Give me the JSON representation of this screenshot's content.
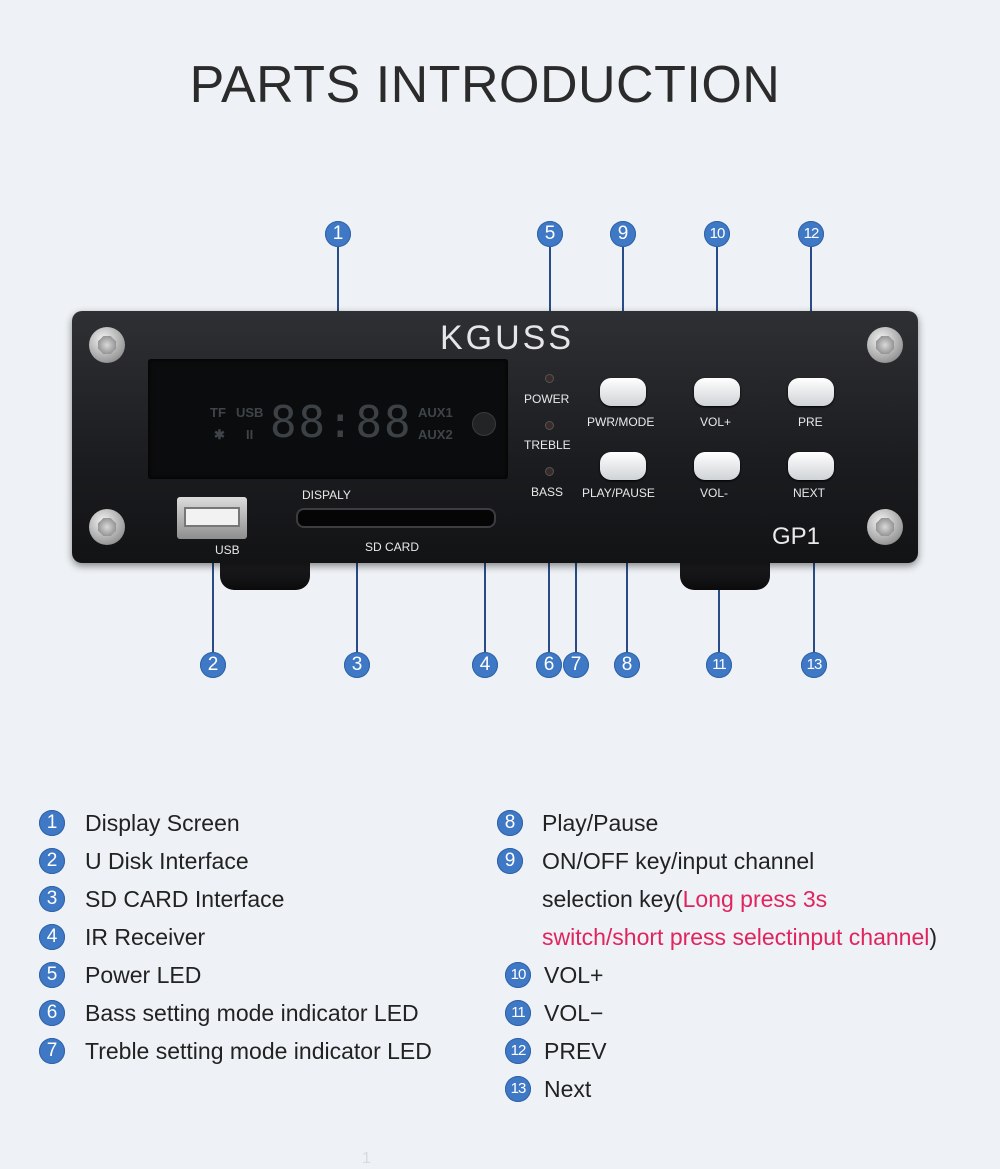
{
  "title": "PARTS INTRODUCTION",
  "device": {
    "brand": "KGUSS",
    "model": "GP1",
    "display_small": {
      "tf": "TF",
      "usb": "USB",
      "aux1": "AUX1",
      "aux2": "AUX2",
      "pause": "II",
      "bt": "✱"
    },
    "display_digits": "88:88",
    "labels": {
      "display": "DISPALY",
      "usb": "USB",
      "sd_card": "SD CARD",
      "power": "POWER",
      "treble": "TREBLE",
      "bass": "BASS",
      "pwr_mode": "PWR/MODE",
      "play_pause": "PLAY/PAUSE",
      "vol_plus": "VOL+",
      "vol_minus": "VOL-",
      "pre": "PRE",
      "next": "NEXT"
    }
  },
  "callouts": {
    "top": [
      "1",
      "5",
      "9",
      "10",
      "12"
    ],
    "bottom": [
      "2",
      "3",
      "4",
      "6",
      "7",
      "8",
      "11",
      "13"
    ]
  },
  "legend_left": [
    {
      "num": "1",
      "text": "Display Screen"
    },
    {
      "num": "2",
      "text": "U Disk Interface"
    },
    {
      "num": "3",
      "text": "SD CARD Interface"
    },
    {
      "num": "4",
      "text": "IR Receiver"
    },
    {
      "num": "5",
      "text": "Power LED"
    },
    {
      "num": "6",
      "text": "Bass setting mode indicator LED"
    },
    {
      "num": "7",
      "text": "Treble setting mode indicator LED"
    }
  ],
  "legend_right": {
    "item8": {
      "num": "8",
      "text": "Play/Pause"
    },
    "item9": {
      "num": "9",
      "line1": "ON/OFF key/input channel",
      "line2_prefix": "selection key(",
      "line2_pink": "Long press 3s",
      "line3_pink": "switch/short press selectinput channel",
      "line3_suffix": ")"
    },
    "item10": {
      "num": "10",
      "text": "VOL+"
    },
    "item11": {
      "num": "11",
      "text": "VOL−"
    },
    "item12": {
      "num": "12",
      "text": "PREV"
    },
    "item13": {
      "num": "13",
      "text": "Next"
    }
  },
  "footer_mark": "1",
  "colors": {
    "badge": "#3f78c4",
    "accent_pink": "#e0245e",
    "background": "#eef1f5"
  }
}
